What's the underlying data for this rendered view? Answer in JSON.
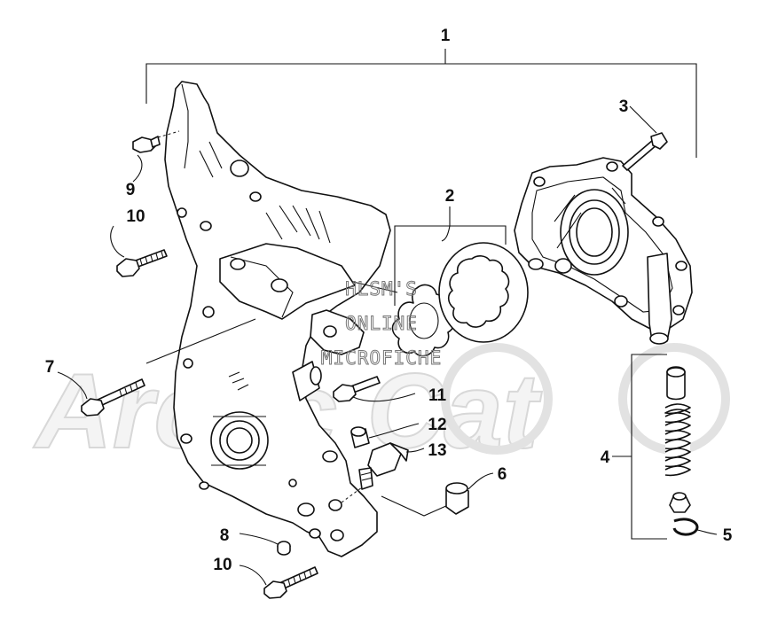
{
  "watermark": {
    "logo_text": "Arctic Cat",
    "line1": "HLSM'S",
    "line2": "ONLINE",
    "line3": "MICROFICHE"
  },
  "callouts": [
    "1",
    "2",
    "3",
    "4",
    "5",
    "6",
    "7",
    "8",
    "9",
    "10",
    "10",
    "11",
    "12",
    "13"
  ],
  "colors": {
    "line": "#111111",
    "background": "#ffffff",
    "watermark": "#d8d8d8"
  }
}
